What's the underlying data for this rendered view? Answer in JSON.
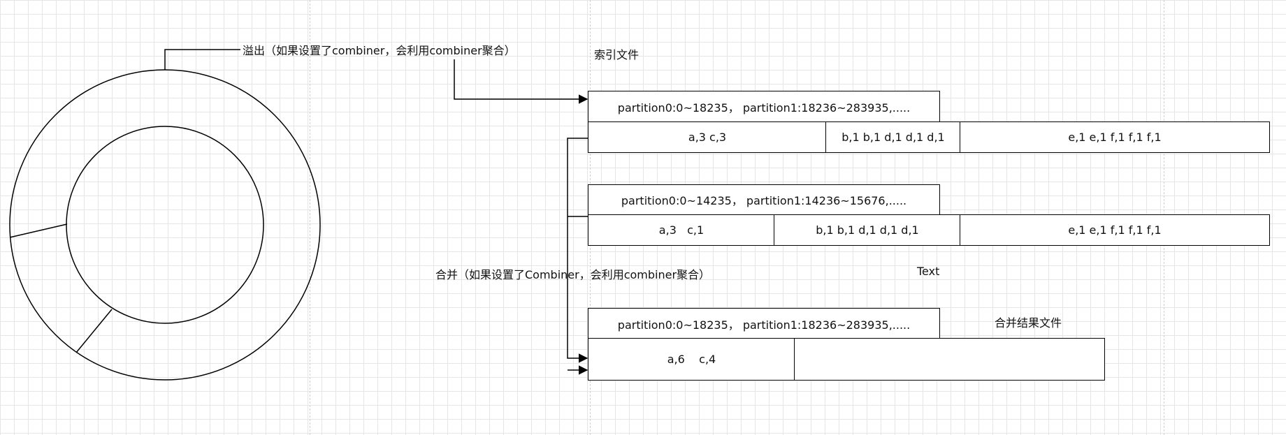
{
  "labels": {
    "spill": "溢出（如果设置了combiner，会利用combiner聚合）",
    "index_file": "索引文件",
    "merge": "合并（如果设置了Combiner，会利用combiner聚合）",
    "text": "Text",
    "merge_result": "合并结果文件"
  },
  "file1": {
    "index": "partition0:0~18235， partition1:18236~283935,.....",
    "cells": [
      "a,3 c,3",
      "b,1 b,1 d,1 d,1 d,1",
      "e,1 e,1 f,1 f,1 f,1"
    ]
  },
  "file2": {
    "index": "partition0:0~14235， partition1:14236~15676,.....",
    "cells": [
      "a,3   c,1",
      "b,1 b,1 d,1 d,1 d,1",
      "e,1 e,1 f,1 f,1 f,1"
    ]
  },
  "file3": {
    "index": "partition0:0~18235， partition1:18236~283935,.....",
    "cells": [
      "a,6    c,4",
      ""
    ]
  },
  "colors": {
    "line": "#000000",
    "grid": "#e6e6e6",
    "background": "#ffffff"
  }
}
